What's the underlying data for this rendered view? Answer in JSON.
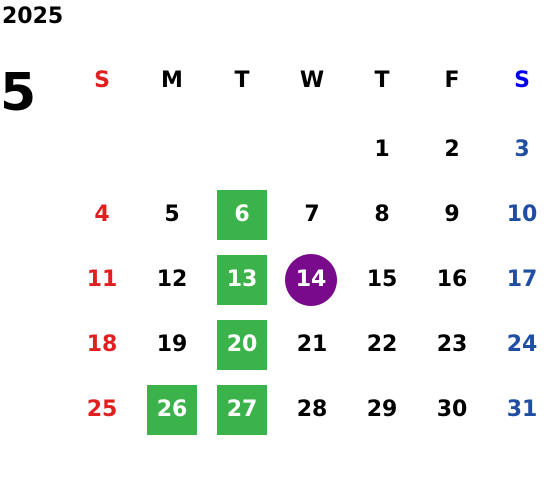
{
  "calendar": {
    "year": "2025",
    "month": "5",
    "weekdays": [
      "S",
      "M",
      "T",
      "W",
      "T",
      "F",
      "S"
    ],
    "weeks": [
      [
        "",
        "",
        "",
        "",
        "1",
        "2",
        "3"
      ],
      [
        "4",
        "5",
        "6",
        "7",
        "8",
        "9",
        "10"
      ],
      [
        "11",
        "12",
        "13",
        "14",
        "15",
        "16",
        "17"
      ],
      [
        "18",
        "19",
        "20",
        "21",
        "22",
        "23",
        "24"
      ],
      [
        "25",
        "26",
        "27",
        "28",
        "29",
        "30",
        "31"
      ]
    ],
    "highlighted_days": [
      "6",
      "13",
      "20",
      "26",
      "27"
    ],
    "today": "14"
  },
  "colors": {
    "sunday": "#e02020",
    "saturday_header": "#0000ee",
    "saturday": "#1f4ea3",
    "highlight": "#3bb34a",
    "today": "#7a0a8c"
  }
}
